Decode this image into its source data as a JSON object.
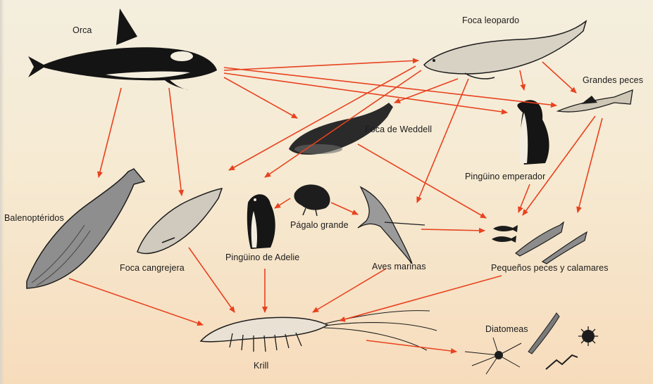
{
  "arrow_color": "#e8421f",
  "ink_color": "#1c1c1c",
  "nodes": {
    "orca": "Orca",
    "foca_leopardo": "Foca leopardo",
    "grandes_peces": "Grandes peces",
    "foca_weddell": "Foca de Weddell",
    "pinguino_emperador": "Pingüino emperador",
    "balenopteridos": "Balenoptéridos",
    "foca_cangrejera": "Foca cangrejera",
    "pinguino_adelie": "Pingüino de Adelie",
    "pagalo_grande": "Págalo grande",
    "aves_marinas": "Aves marinas",
    "pequenos_peces": "Pequeños peces y calamares",
    "krill": "Krill",
    "diatomeas": "Diatomeas"
  }
}
